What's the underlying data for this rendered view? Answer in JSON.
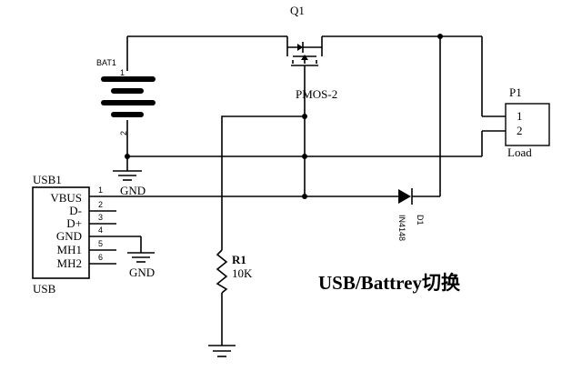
{
  "labels": {
    "q1": "Q1",
    "pmos": "PMOS-2",
    "bat1": "BAT1",
    "bat_pin1": "1",
    "bat_pin2": "2",
    "gnd": "GND",
    "usb_ref": "USB1",
    "usb_name": "USB",
    "p1": "P1",
    "p1_pin1": "1",
    "p1_pin2": "2",
    "load": "Load",
    "d1": "D1",
    "d1_part": "IN4148",
    "r1": "R1",
    "r1_value": "10K",
    "title": "USB/Battrey切换"
  },
  "usb_pins": [
    {
      "name": "VBUS",
      "num": "1"
    },
    {
      "name": "D-",
      "num": "2"
    },
    {
      "name": "D+",
      "num": "3"
    },
    {
      "name": "GND",
      "num": "4"
    },
    {
      "name": "MH1",
      "num": "5"
    },
    {
      "name": "MH2",
      "num": "6"
    }
  ]
}
